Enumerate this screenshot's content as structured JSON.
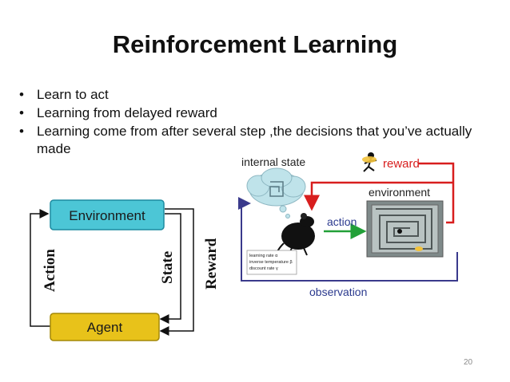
{
  "slide": {
    "title": "Reinforcement Learning",
    "bullets": [
      "Learn to act",
      "Learning from delayed reward",
      "Learning come from after several step ,the decisions that you’ve actually made"
    ],
    "page_number": "20"
  },
  "left_diagram": {
    "environment_label": "Environment",
    "agent_label": "Agent",
    "action_label": "Action",
    "state_label": "State",
    "reward_label": "Reward",
    "colors": {
      "environment_box": "#4cc6d6",
      "agent_box": "#e8c21a"
    }
  },
  "right_figure": {
    "internal_state_label": "internal state",
    "reward_label": "reward",
    "environment_label": "environment",
    "action_label": "action",
    "observation_label": "observation",
    "params": [
      "learning rate α",
      "inverse temperature β",
      "discount rate γ"
    ],
    "colors": {
      "reward_arrow": "#d81e1e",
      "action_arrow": "#22a038",
      "observation_arrow": "#3a3a8c",
      "text_blue": "#2b3a8e"
    }
  }
}
